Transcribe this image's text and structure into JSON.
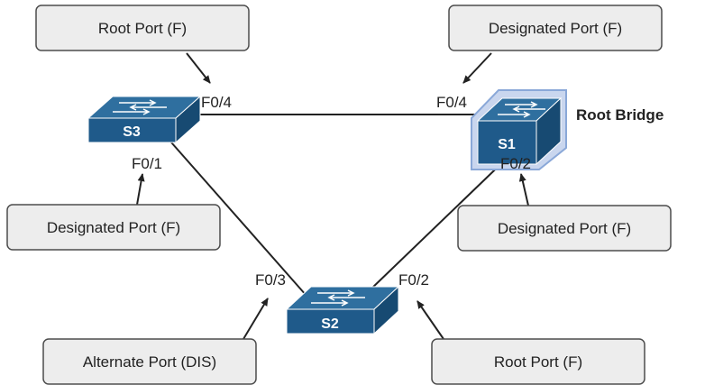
{
  "switches": {
    "s1": {
      "name": "S1",
      "tag": "Root Bridge"
    },
    "s2": {
      "name": "S2"
    },
    "s3": {
      "name": "S3"
    }
  },
  "ports": {
    "s3_f04": "F0/4",
    "s1_f04": "F0/4",
    "s3_f01": "F0/1",
    "s1_f02": "F0/2",
    "s2_f03": "F0/3",
    "s2_f02": "F0/2"
  },
  "callouts": {
    "top_left": "Root Port (F)",
    "top_right": "Designated Port (F)",
    "mid_left": "Designated Port (F)",
    "mid_right": "Designated Port (F)",
    "bottom_left": "Alternate Port (DIS)",
    "bottom_right": "Root Port (F)"
  },
  "colors": {
    "switch_top": "#2f6f9f",
    "switch_front": "#1f5a8a",
    "switch_side": "#174a72",
    "callout_fill": "#ededed",
    "callout_stroke": "#4d4d4d",
    "root_glow": "#8aa8d8",
    "line": "#222222"
  }
}
